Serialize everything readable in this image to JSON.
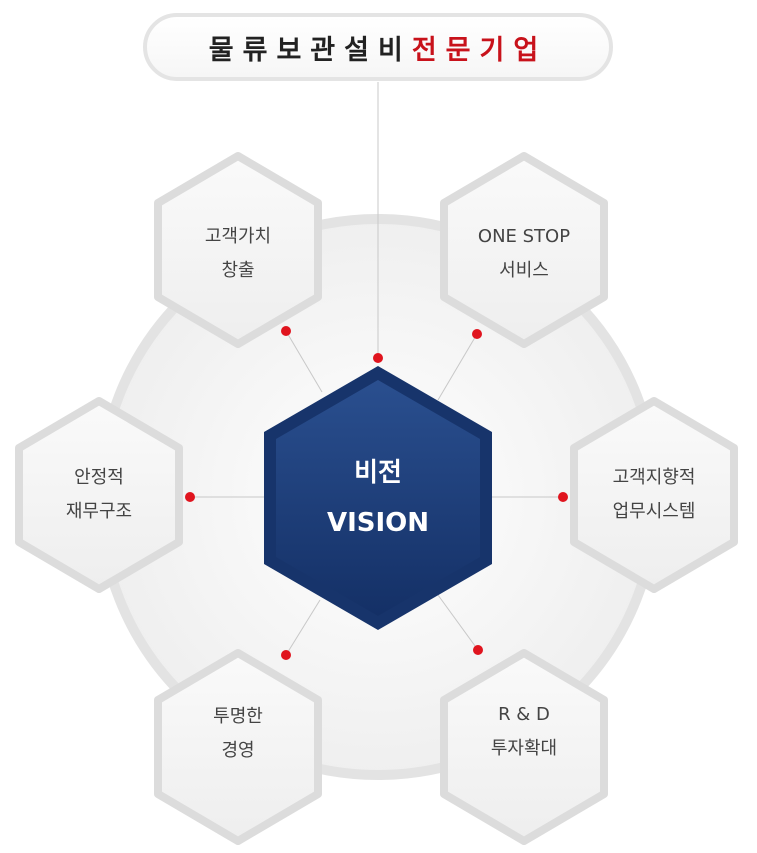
{
  "title": {
    "main": "물류보관설비",
    "accent": "전문기업"
  },
  "center": {
    "line1": "비전",
    "line2": "VISION"
  },
  "nodes": [
    {
      "line1": "고객가치",
      "line2": "창출"
    },
    {
      "line1": "ONE STOP",
      "line2": "서비스"
    },
    {
      "line1": "안정적",
      "line2": "재무구조"
    },
    {
      "line1": "고객지향적",
      "line2": "업무시스템"
    },
    {
      "line1": "투명한",
      "line2": "경영"
    },
    {
      "line1": "R & D",
      "line2": "투자확대"
    }
  ],
  "colors": {
    "accent": "#c8121b",
    "center": "#1f3c73",
    "connector_dot": "#e0141e"
  }
}
